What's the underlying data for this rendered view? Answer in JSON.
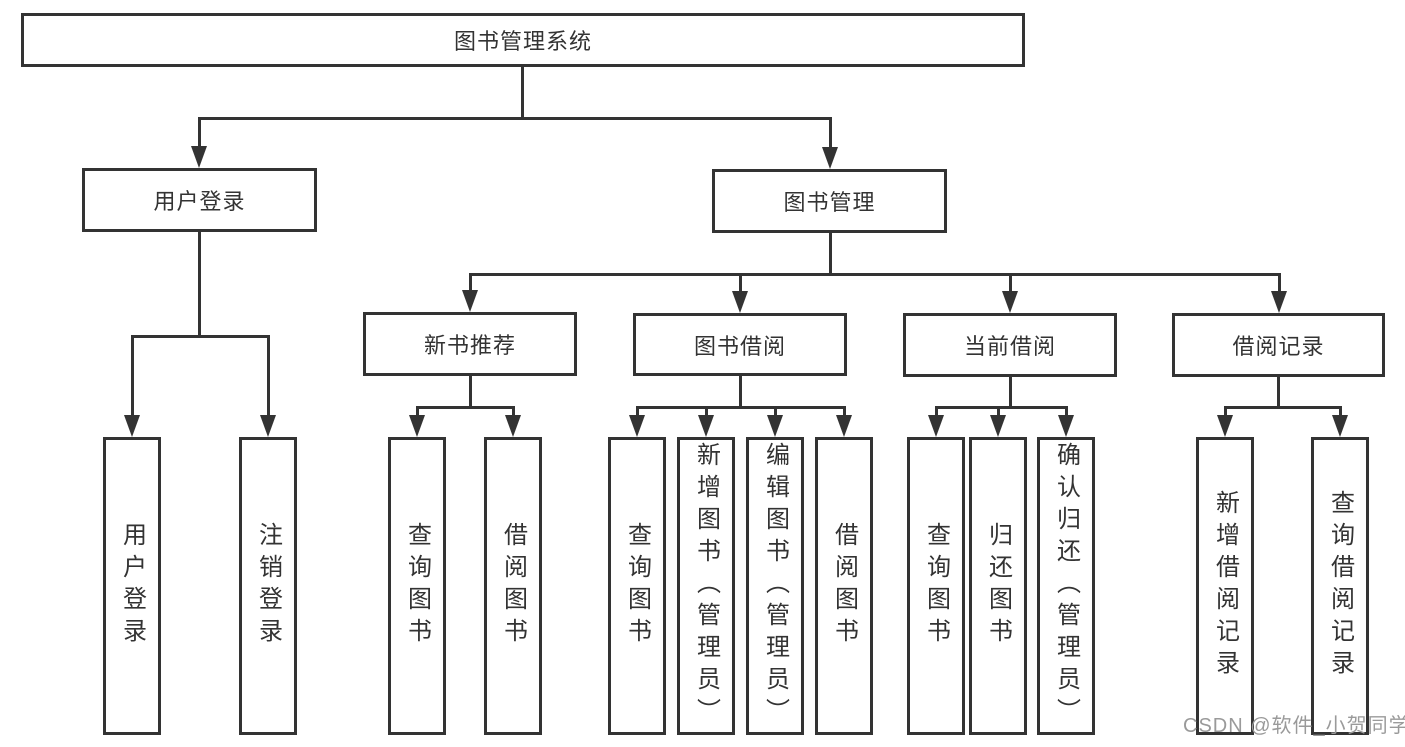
{
  "tree": {
    "label": "图书管理系统",
    "children": [
      {
        "label": "用户登录",
        "children": [
          {
            "label": "用户登录"
          },
          {
            "label": "注销登录"
          }
        ]
      },
      {
        "label": "图书管理",
        "children": [
          {
            "label": "新书推荐",
            "children": [
              {
                "label": "查询图书"
              },
              {
                "label": "借阅图书"
              }
            ]
          },
          {
            "label": "图书借阅",
            "children": [
              {
                "label": "查询图书"
              },
              {
                "label": "新增图书（管理员）"
              },
              {
                "label": "编辑图书（管理员）"
              },
              {
                "label": "借阅图书"
              }
            ]
          },
          {
            "label": "当前借阅",
            "children": [
              {
                "label": "查询图书"
              },
              {
                "label": "归还图书"
              },
              {
                "label": "确认归还（管理员）"
              }
            ]
          },
          {
            "label": "借阅记录",
            "children": [
              {
                "label": "新增借阅记录"
              },
              {
                "label": "查询借阅记录"
              }
            ]
          }
        ]
      }
    ]
  },
  "watermark": {
    "text": "CSDN @软件_小贺同学"
  },
  "colors": {
    "line": "#333333",
    "background": "#ffffff",
    "watermark": "#9a9a9a"
  }
}
